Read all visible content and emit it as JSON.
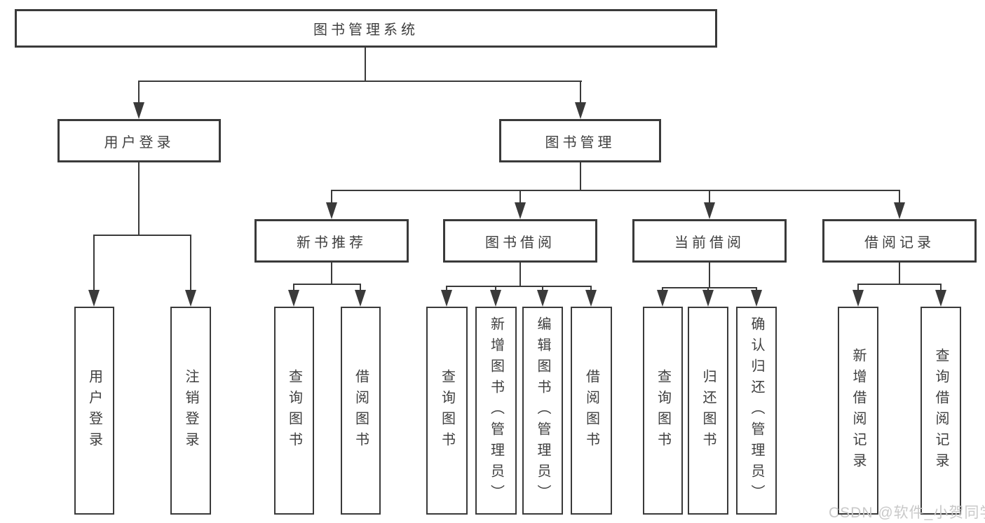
{
  "tree": {
    "root": {
      "label": "图书管理系统"
    },
    "children": [
      {
        "label": "用户登录",
        "children": [
          {
            "label": "用户登录"
          },
          {
            "label": "注销登录"
          }
        ]
      },
      {
        "label": "图书管理",
        "children": [
          {
            "label": "新书推荐",
            "children": [
              {
                "label": "查询图书"
              },
              {
                "label": "借阅图书"
              }
            ]
          },
          {
            "label": "图书借阅",
            "children": [
              {
                "label": "查询图书"
              },
              {
                "label": "新增图书（管理员）"
              },
              {
                "label": "编辑图书（管理员）"
              },
              {
                "label": "借阅图书"
              }
            ]
          },
          {
            "label": "当前借阅",
            "children": [
              {
                "label": "查询图书"
              },
              {
                "label": "归还图书"
              },
              {
                "label": "确认归还（管理员）"
              }
            ]
          },
          {
            "label": "借阅记录",
            "children": [
              {
                "label": "新增借阅记录"
              },
              {
                "label": "查询借阅记录"
              }
            ]
          }
        ]
      }
    ]
  },
  "watermark": {
    "text": "CSDN @软件_小贺同学"
  },
  "colors": {
    "line": "#3a3a3a",
    "text": "#3f3f3f",
    "watermark": "#c9c9c9",
    "background": "#ffffff"
  }
}
